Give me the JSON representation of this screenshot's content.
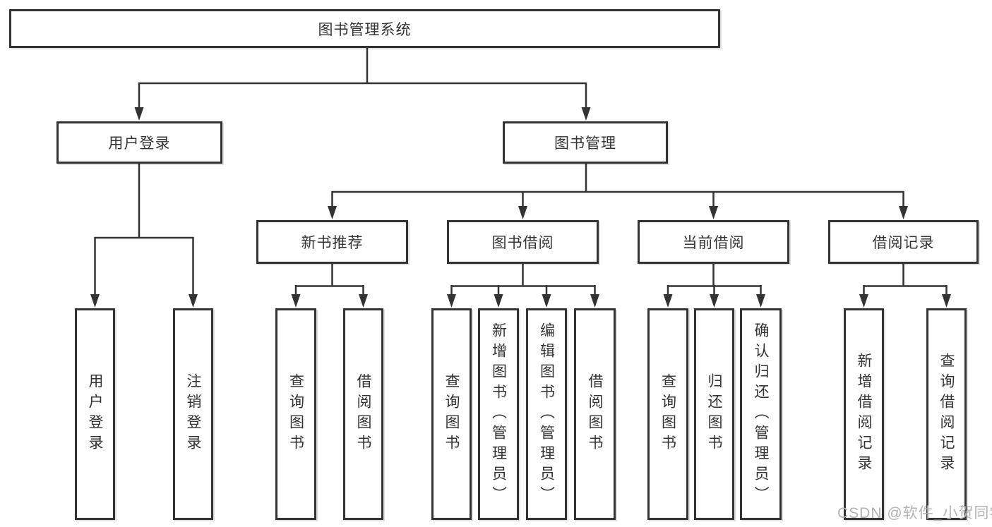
{
  "diagram_type": "hierarchy-tree",
  "colors": {
    "background": "#ffffff",
    "box_border": "#333333",
    "connector_line": "#333333",
    "text": "#333333",
    "watermark_text": "#b3b3b3"
  },
  "tree": {
    "label": "图书管理系统",
    "children": [
      {
        "label": "用户登录",
        "children": [
          {
            "label": "用户登录"
          },
          {
            "label": "注销登录"
          }
        ]
      },
      {
        "label": "图书管理",
        "children": [
          {
            "label": "新书推荐",
            "children": [
              {
                "label": "查询图书"
              },
              {
                "label": "借阅图书"
              }
            ]
          },
          {
            "label": "图书借阅",
            "children": [
              {
                "label": "查询图书"
              },
              {
                "label": "新增图书（管理员）"
              },
              {
                "label": "编辑图书（管理员）"
              },
              {
                "label": "借阅图书"
              }
            ]
          },
          {
            "label": "当前借阅",
            "children": [
              {
                "label": "查询图书"
              },
              {
                "label": "归还图书"
              },
              {
                "label": "确认归还（管理员）"
              }
            ]
          },
          {
            "label": "借阅记录",
            "children": [
              {
                "label": "新增借阅记录"
              },
              {
                "label": "查询借阅记录"
              }
            ]
          }
        ]
      }
    ]
  },
  "watermark": "CSDN @软件_小贺同学"
}
